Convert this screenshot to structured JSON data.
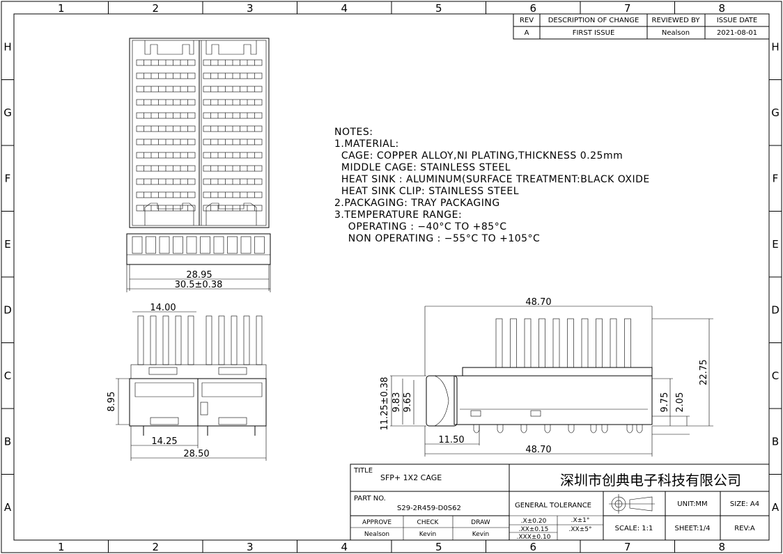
{
  "frame": {
    "columns": [
      "1",
      "2",
      "3",
      "4",
      "5",
      "6",
      "7",
      "8"
    ],
    "rows": [
      "H",
      "G",
      "F",
      "E",
      "D",
      "C",
      "B",
      "A"
    ]
  },
  "revision_table": {
    "headers": [
      "REV",
      "DESCRIPTION OF CHANGE",
      "REVIEWED BY",
      "ISSUE DATE"
    ],
    "row": [
      "A",
      "FIRST ISSUE",
      "Nealson",
      "2021-08-01"
    ]
  },
  "notes": [
    "NOTES:",
    "1.MATERIAL:",
    "  CAGE: COPPER ALLOY,NI PLATING,THICKNESS 0.25mm",
    "  MIDDLE CAGE: STAINLESS STEEL",
    "  HEAT SINK : ALUMINUM(SURFACE TREATMENT:BLACK OXIDE",
    "  HEAT SINK CLIP: STAINLESS STEEL",
    "2.PACKAGING: TRAY PACKAGING",
    "3.TEMPERATURE RANGE:",
    "    OPERATING : −40°C TO +85°C",
    "    NON OPERATING : −55°C TO +105°C"
  ],
  "dimensions": {
    "top_inner_width": "28.95",
    "top_outer_width": "30.5±0.38",
    "front_half_width": "14.00",
    "front_height": "8.95",
    "front_pitch": "14.25",
    "front_total": "28.50",
    "side_top_length": "48.70",
    "side_bottom_length": "48.70",
    "side_offset": "11.50",
    "side_total_height": "22.75",
    "side_cage_height": "11.25±0.38",
    "side_h_983": "9.83",
    "side_h_965": "9.65",
    "side_h_975": "9.75",
    "side_h_205": "2.05"
  },
  "title_block": {
    "title_label": "TITLE",
    "title": "SFP+ 1X2 CAGE",
    "company": "深圳市创典电子科技有限公司",
    "part_no_label": "PART NO.",
    "part_no": "S29-2R459-D0S62",
    "general_tolerance": "GENERAL TOLERANCE",
    "unit": "UNIT:MM",
    "size": "SIZE: A4",
    "scale": "SCALE: 1:1",
    "sheet": "SHEET:1/4",
    "rev": "REV:A",
    "approve_label": "APPROVE",
    "check_label": "CHECK",
    "draw_label": "DRAW",
    "approve": "Nealson",
    "check": "Kevin",
    "draw": "Kevin",
    "tol_x": ".X±0.20",
    "tol_xx": ".XX±0.15",
    "tol_xxx": ".XXX±0.10",
    "ang_x": ".X±1°",
    "ang_xx": ".XX±5°"
  }
}
